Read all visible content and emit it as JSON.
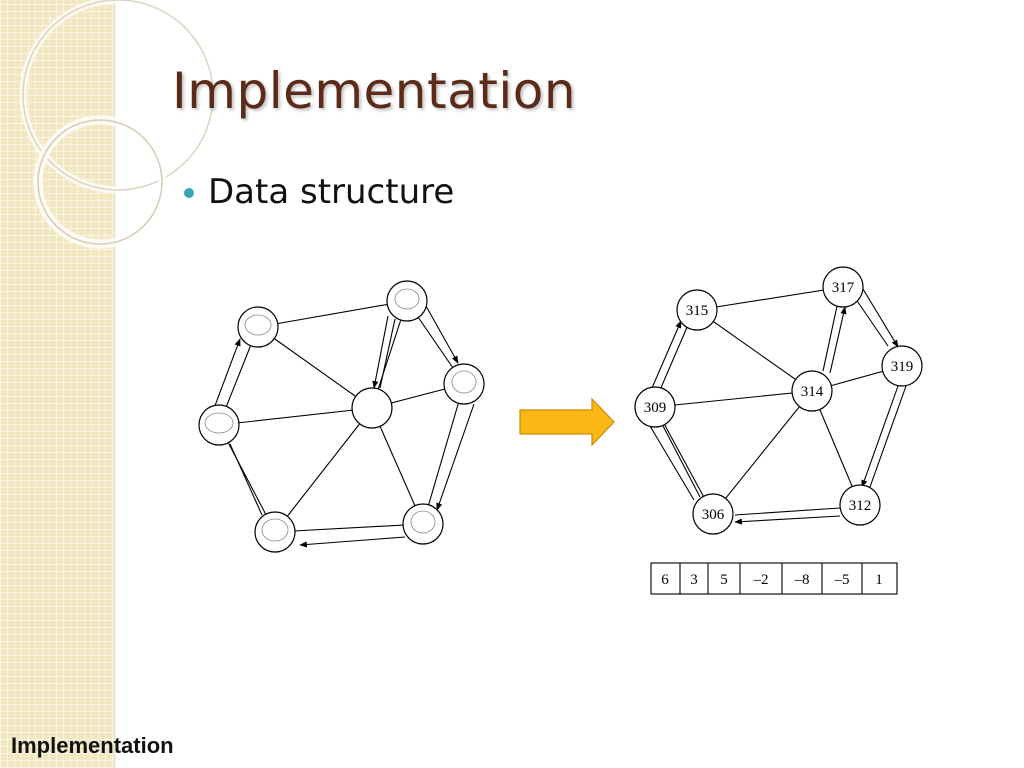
{
  "slide": {
    "title": "Implementation",
    "bullet": "Data structure",
    "footer": "Implementation"
  },
  "colors": {
    "title": "#5b2a19",
    "bullet": "#3ba3b8",
    "arrow_fill": "#fbb814",
    "arrow_stroke": "#c98a08"
  },
  "right_graph": {
    "vertex_labels": [
      "315",
      "317",
      "319",
      "314",
      "309",
      "312",
      "306"
    ],
    "array_values": [
      "6",
      "3",
      "5",
      "–2",
      "–8",
      "–5",
      "1"
    ]
  }
}
